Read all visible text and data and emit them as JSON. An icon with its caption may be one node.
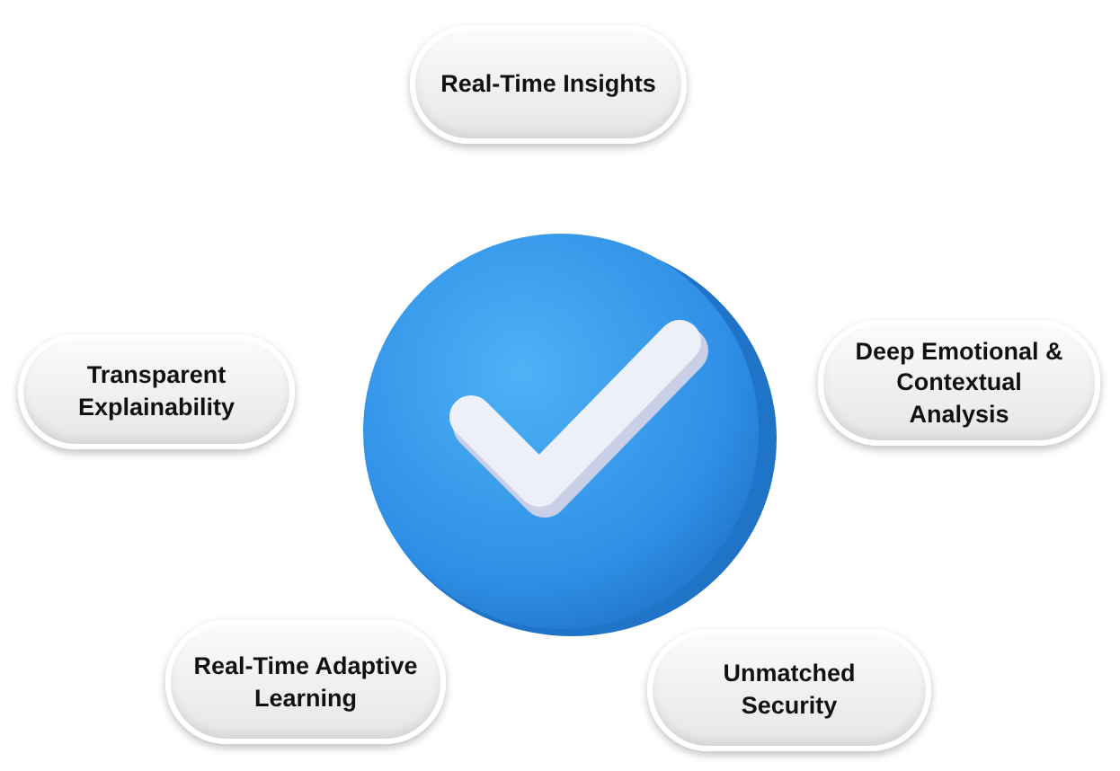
{
  "diagram": {
    "nodes": [
      {
        "text": [
          "Real-Time Insights"
        ]
      },
      {
        "text": [
          "Transparent Explainability"
        ]
      },
      {
        "text": [
          "Deep Emotional & Contextual Analysis"
        ]
      },
      {
        "text": [
          "Real-Time Adaptive Learning"
        ]
      },
      {
        "text": [
          "Unmatched Security"
        ]
      }
    ]
  }
}
